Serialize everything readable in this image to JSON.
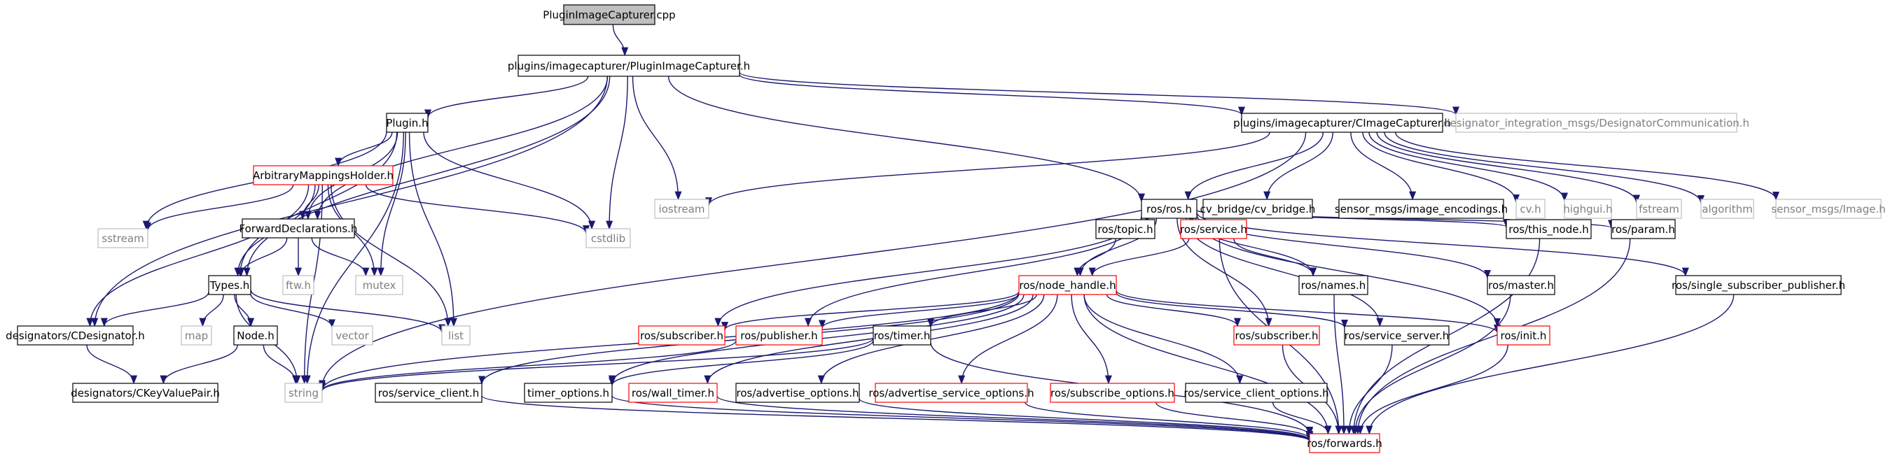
{
  "diagram": {
    "colors": {
      "edge": "#191970",
      "border_black": "#000000",
      "border_gray": "#bfbfbf",
      "border_red": "#ff0000",
      "root_fill": "#bfbfbf",
      "text": "#000000",
      "muted_text": "#7f7f7f"
    },
    "nodes": [
      {
        "id": "root",
        "label": "PluginImageCapturer.cpp",
        "style": "root"
      },
      {
        "id": "pic_h",
        "label": "plugins/imagecapturer/PluginImageCapturer.h",
        "style": "black"
      },
      {
        "id": "plugin_h",
        "label": "Plugin.h",
        "style": "black"
      },
      {
        "id": "cic_h",
        "label": "plugins/imagecapturer/CImageCapturer.h",
        "style": "black"
      },
      {
        "id": "dim_comm",
        "label": "designator_integration_msgs/DesignatorCommunication.h",
        "style": "gray"
      },
      {
        "id": "amh",
        "label": "ArbitraryMappingsHolder.h",
        "style": "red"
      },
      {
        "id": "iostream",
        "label": "iostream",
        "style": "gray"
      },
      {
        "id": "rosh",
        "label": "ros/ros.h",
        "style": "black"
      },
      {
        "id": "cvb",
        "label": "cv_bridge/cv_bridge.h",
        "style": "black"
      },
      {
        "id": "sme",
        "label": "sensor_msgs/image_encodings.h",
        "style": "black"
      },
      {
        "id": "cvh",
        "label": "cv.h",
        "style": "gray"
      },
      {
        "id": "highgui",
        "label": "highgui.h",
        "style": "gray"
      },
      {
        "id": "fstream",
        "label": "fstream",
        "style": "gray"
      },
      {
        "id": "algorithm",
        "label": "algorithm",
        "style": "gray"
      },
      {
        "id": "smi",
        "label": "sensor_msgs/Image.h",
        "style": "gray"
      },
      {
        "id": "sstream",
        "label": "sstream",
        "style": "gray"
      },
      {
        "id": "cstdlib",
        "label": "cstdlib",
        "style": "gray"
      },
      {
        "id": "fd",
        "label": "ForwardDeclarations.h",
        "style": "black"
      },
      {
        "id": "topic",
        "label": "ros/topic.h",
        "style": "black"
      },
      {
        "id": "service",
        "label": "ros/service.h",
        "style": "red"
      },
      {
        "id": "thisnode",
        "label": "ros/this_node.h",
        "style": "black"
      },
      {
        "id": "param",
        "label": "ros/param.h",
        "style": "black"
      },
      {
        "id": "types",
        "label": "Types.h",
        "style": "black"
      },
      {
        "id": "ftw",
        "label": "ftw.h",
        "style": "gray"
      },
      {
        "id": "mutex",
        "label": "mutex",
        "style": "gray"
      },
      {
        "id": "nh",
        "label": "ros/node_handle.h",
        "style": "red"
      },
      {
        "id": "names",
        "label": "ros/names.h",
        "style": "black"
      },
      {
        "id": "master",
        "label": "ros/master.h",
        "style": "black"
      },
      {
        "id": "ssp",
        "label": "ros/single_subscriber_publisher.h",
        "style": "black"
      },
      {
        "id": "cdes",
        "label": "designators/CDesignator.h",
        "style": "black"
      },
      {
        "id": "map",
        "label": "map",
        "style": "gray"
      },
      {
        "id": "nodeh",
        "label": "Node.h",
        "style": "black"
      },
      {
        "id": "vector",
        "label": "vector",
        "style": "gray"
      },
      {
        "id": "list",
        "label": "list",
        "style": "gray"
      },
      {
        "id": "subscriber_h",
        "label": "ros/subscriber.h",
        "style": "red"
      },
      {
        "id": "publisher",
        "label": "ros/publisher.h",
        "style": "red"
      },
      {
        "id": "timer",
        "label": "ros/timer.h",
        "style": "black"
      },
      {
        "id": "Subscriber_h",
        "label": "ros/subscriber.h",
        "style": "red"
      },
      {
        "id": "ss",
        "label": "ros/service_server.h",
        "style": "black"
      },
      {
        "id": "init",
        "label": "ros/init.h",
        "style": "red"
      },
      {
        "id": "ckvp",
        "label": "designators/CKeyValuePair.h",
        "style": "black"
      },
      {
        "id": "string",
        "label": "string",
        "style": "gray"
      },
      {
        "id": "sc",
        "label": "ros/service_client.h",
        "style": "black"
      },
      {
        "id": "to",
        "label": "timer_options.h",
        "style": "black"
      },
      {
        "id": "wt",
        "label": "ros/wall_timer.h",
        "style": "red"
      },
      {
        "id": "ao",
        "label": "ros/advertise_options.h",
        "style": "black"
      },
      {
        "id": "aso",
        "label": "ros/advertise_service_options.h",
        "style": "red"
      },
      {
        "id": "so",
        "label": "ros/subscribe_options.h",
        "style": "red"
      },
      {
        "id": "sco",
        "label": "ros/service_client_options.h",
        "style": "black"
      },
      {
        "id": "fwd",
        "label": "ros/forwards.h",
        "style": "red"
      }
    ],
    "edges": [
      [
        "root",
        "pic_h"
      ],
      [
        "pic_h",
        "plugin_h"
      ],
      [
        "pic_h",
        "cic_h"
      ],
      [
        "pic_h",
        "dim_comm"
      ],
      [
        "pic_h",
        "iostream"
      ],
      [
        "pic_h",
        "rosh"
      ],
      [
        "pic_h",
        "cstdlib"
      ],
      [
        "pic_h",
        "fd"
      ],
      [
        "pic_h",
        "types"
      ],
      [
        "pic_h",
        "cdes"
      ],
      [
        "plugin_h",
        "amh"
      ],
      [
        "plugin_h",
        "sstream"
      ],
      [
        "plugin_h",
        "cstdlib"
      ],
      [
        "plugin_h",
        "fd"
      ],
      [
        "plugin_h",
        "types"
      ],
      [
        "plugin_h",
        "mutex"
      ],
      [
        "plugin_h",
        "list"
      ],
      [
        "plugin_h",
        "string"
      ],
      [
        "cic_h",
        "rosh"
      ],
      [
        "cic_h",
        "cvb"
      ],
      [
        "cic_h",
        "sme"
      ],
      [
        "cic_h",
        "cvh"
      ],
      [
        "cic_h",
        "highgui"
      ],
      [
        "cic_h",
        "fstream"
      ],
      [
        "cic_h",
        "algorithm"
      ],
      [
        "cic_h",
        "smi"
      ],
      [
        "cic_h",
        "iostream"
      ],
      [
        "cic_h",
        "string"
      ],
      [
        "amh",
        "sstream"
      ],
      [
        "amh",
        "cstdlib"
      ],
      [
        "amh",
        "fd"
      ],
      [
        "amh",
        "types"
      ],
      [
        "amh",
        "mutex"
      ],
      [
        "amh",
        "list"
      ],
      [
        "amh",
        "string"
      ],
      [
        "amh",
        "cdes"
      ],
      [
        "fd",
        "types"
      ],
      [
        "fd",
        "ftw"
      ],
      [
        "fd",
        "mutex"
      ],
      [
        "types",
        "cdes"
      ],
      [
        "types",
        "map"
      ],
      [
        "types",
        "nodeh"
      ],
      [
        "types",
        "vector"
      ],
      [
        "types",
        "list"
      ],
      [
        "types",
        "string"
      ],
      [
        "cdes",
        "ckvp"
      ],
      [
        "nodeh",
        "ckvp"
      ],
      [
        "nodeh",
        "string"
      ],
      [
        "rosh",
        "topic"
      ],
      [
        "rosh",
        "service"
      ],
      [
        "rosh",
        "thisnode"
      ],
      [
        "rosh",
        "param"
      ],
      [
        "rosh",
        "nh"
      ],
      [
        "rosh",
        "names"
      ],
      [
        "rosh",
        "master"
      ],
      [
        "rosh",
        "ssp"
      ],
      [
        "rosh",
        "subscriber_h"
      ],
      [
        "rosh",
        "publisher"
      ],
      [
        "rosh",
        "Subscriber_h"
      ],
      [
        "rosh",
        "ss"
      ],
      [
        "rosh",
        "init"
      ],
      [
        "topic",
        "nh"
      ],
      [
        "service",
        "nh"
      ],
      [
        "service",
        "names"
      ],
      [
        "service",
        "fwd"
      ],
      [
        "nh",
        "subscriber_h"
      ],
      [
        "nh",
        "publisher"
      ],
      [
        "nh",
        "timer"
      ],
      [
        "nh",
        "Subscriber_h"
      ],
      [
        "nh",
        "ss"
      ],
      [
        "nh",
        "init"
      ],
      [
        "nh",
        "sc"
      ],
      [
        "nh",
        "to"
      ],
      [
        "nh",
        "wt"
      ],
      [
        "nh",
        "ao"
      ],
      [
        "nh",
        "aso"
      ],
      [
        "nh",
        "so"
      ],
      [
        "nh",
        "sco"
      ],
      [
        "nh",
        "fwd"
      ],
      [
        "nh",
        "string"
      ],
      [
        "publisher",
        "string"
      ],
      [
        "timer",
        "to"
      ],
      [
        "timer",
        "fwd"
      ],
      [
        "timer",
        "string"
      ],
      [
        "Subscriber_h",
        "fwd"
      ],
      [
        "ss",
        "fwd"
      ],
      [
        "init",
        "fwd"
      ],
      [
        "names",
        "fwd"
      ],
      [
        "master",
        "fwd"
      ],
      [
        "thisnode",
        "fwd"
      ],
      [
        "param",
        "fwd"
      ],
      [
        "ssp",
        "fwd"
      ],
      [
        "sc",
        "fwd"
      ],
      [
        "to",
        "fwd"
      ],
      [
        "wt",
        "fwd"
      ],
      [
        "ao",
        "fwd"
      ],
      [
        "aso",
        "fwd"
      ],
      [
        "so",
        "fwd"
      ],
      [
        "sco",
        "fwd"
      ]
    ]
  }
}
